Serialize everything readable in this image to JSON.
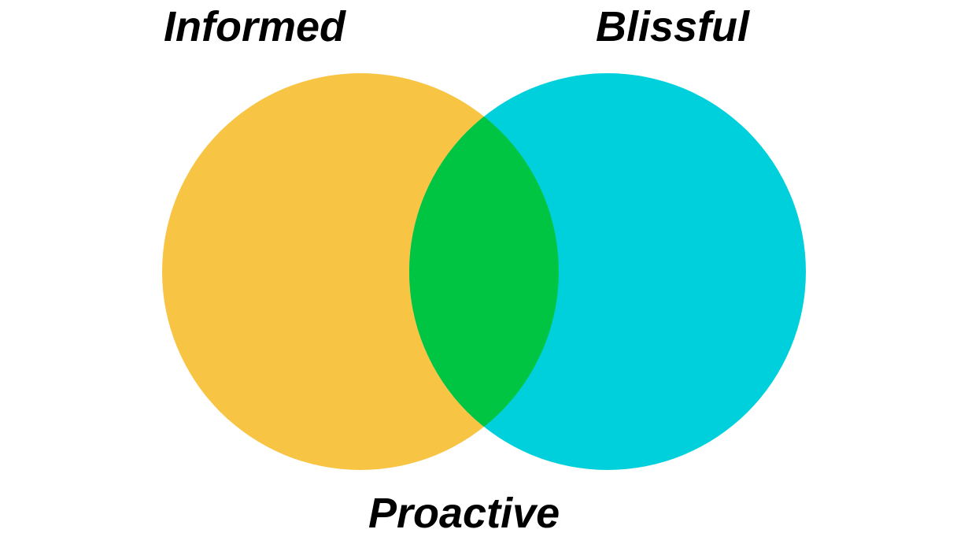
{
  "diagram": {
    "labels": {
      "left": "Informed",
      "right": "Blissful",
      "overlap": "Proactive"
    },
    "colors": {
      "left_circle": "#F8C444",
      "right_circle": "#00D0DC",
      "overlap": "#00C542",
      "text": "#000000",
      "background": "#FFFFFF"
    }
  }
}
